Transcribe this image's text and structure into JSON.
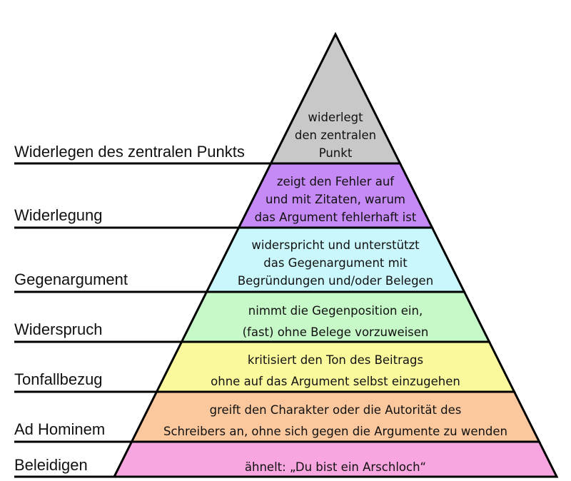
{
  "levels": [
    {
      "label": "Widerlegen des zentralen Punkts",
      "lines": [
        "widerlegt",
        "den zentralen",
        "Punkt"
      ],
      "color": "#c8c8c8"
    },
    {
      "label": "Widerlegung",
      "lines": [
        "zeigt den Fehler auf",
        "und mit Zitaten, warum",
        "das Argument fehlerhaft ist"
      ],
      "color": "#c58af5"
    },
    {
      "label": "Gegenargument",
      "lines": [
        "widerspricht und unterstützt",
        "das Gegenargument mit",
        "Begründungen und/oder Belegen"
      ],
      "color": "#c9f7fb"
    },
    {
      "label": "Widerspruch",
      "lines": [
        "nimmt die Gegenposition ein,",
        "(fast) ohne Belege vorzuweisen"
      ],
      "color": "#c6f8c8"
    },
    {
      "label": "Tonfallbezug",
      "lines": [
        "kritisiert den Ton des Beitrags",
        "ohne auf das Argument selbst einzugehen"
      ],
      "color": "#fafa9d"
    },
    {
      "label": "Ad Hominem",
      "lines": [
        "greift den Charakter oder die Autorität des",
        "Schreibers an, ohne sich gegen die Argumente zu wenden"
      ],
      "color": "#fbc89d"
    },
    {
      "label": "Beleidigen",
      "lines": [
        "ähnelt: „Du bist ein Arschloch“"
      ],
      "color": "#f8a6df"
    }
  ]
}
